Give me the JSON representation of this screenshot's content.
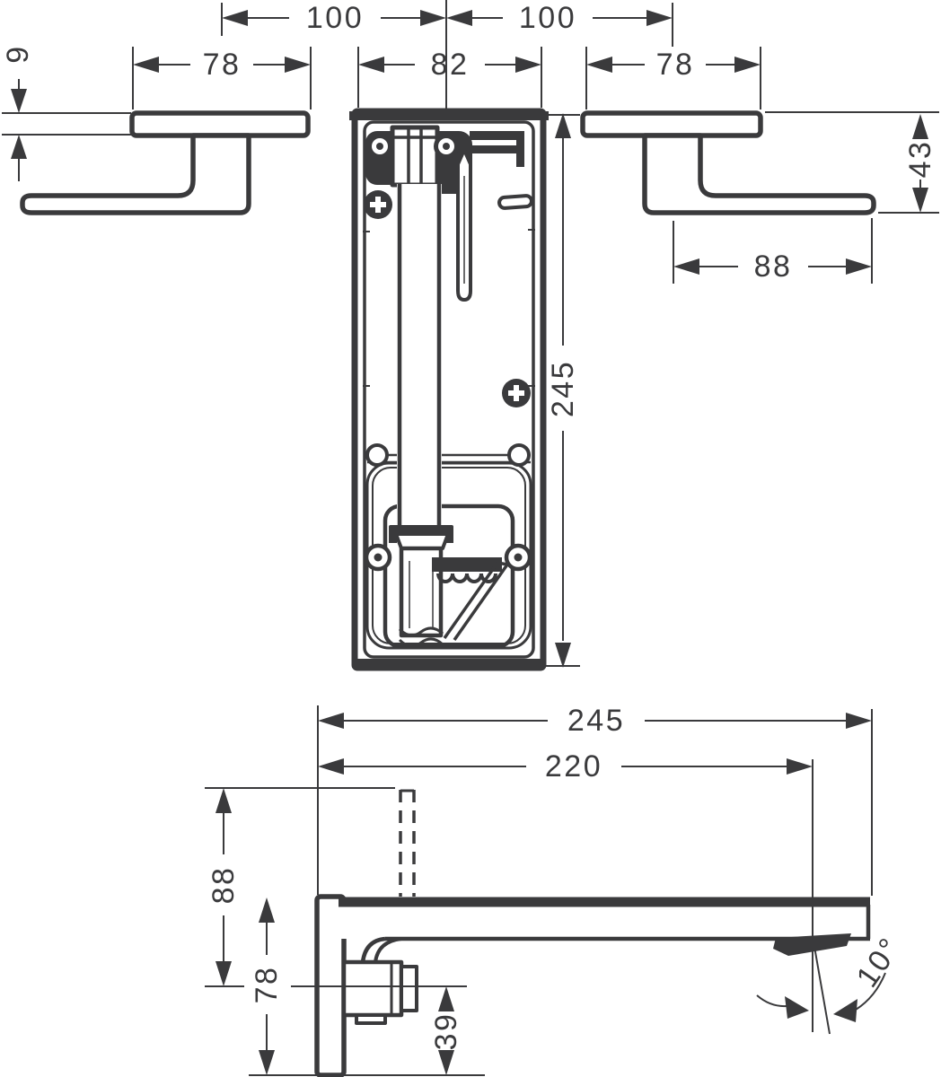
{
  "colors": {
    "ink": "#3a3a3c",
    "paper": "#ffffff"
  },
  "front_view": {
    "dims": {
      "span_left": "100",
      "span_right": "100",
      "escutcheon_left_width": "78",
      "body_width": "82",
      "escutcheon_right_width": "78",
      "escutcheon_thickness": "9",
      "handle_height": "43",
      "handle_length": "88",
      "body_height": "245"
    }
  },
  "side_view": {
    "dims": {
      "overall_projection": "245",
      "spout_projection": "220",
      "upper_height": "88",
      "escutcheon_height": "78",
      "outlet_offset": "39",
      "outlet_angle": "10°"
    }
  }
}
